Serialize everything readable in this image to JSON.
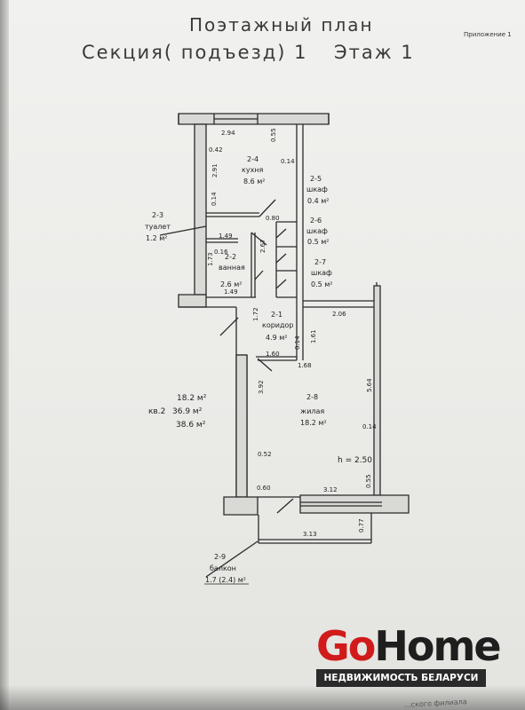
{
  "header": {
    "title": "Поэтажный план",
    "section": "Секция( подъезд) 1",
    "floor": "Этаж  1",
    "appendix": "Приложение  1"
  },
  "rooms": [
    {
      "id": "2-4",
      "name": "кухня",
      "area": "8.6 м²"
    },
    {
      "id": "2-5",
      "name": "шкаф",
      "area": "0.4 м²"
    },
    {
      "id": "2-6",
      "name": "шкаф",
      "area": "0.5 м²"
    },
    {
      "id": "2-7",
      "name": "шкаф",
      "area": "0.5 м²"
    },
    {
      "id": "2-3",
      "name": "туалет",
      "area": "1.2 м²"
    },
    {
      "id": "2-2",
      "name": "ванная",
      "area": "2.6 м²"
    },
    {
      "id": "2-1",
      "name": "коридор",
      "area": "4.9 м²"
    },
    {
      "id": "2-8",
      "name": "жилая",
      "area": "18.2 м²"
    },
    {
      "id": "2-9",
      "name": "балкон",
      "area": "1.7 (2.4) м²"
    }
  ],
  "apartment": {
    "number": "кв.2",
    "living_area": "18.2 м²",
    "total_area": "36.9 м²",
    "total_with_balcony": "38.6 м²"
  },
  "ceiling_height": "h = 2.50",
  "dimensions": [
    "2.94",
    "0.55",
    "0.42",
    "2.91",
    "0.14",
    "0.80",
    "0.14",
    "1.49",
    "2.67",
    "0.16",
    "1.73",
    "1.49",
    "1.72",
    "1.60",
    "0.14",
    "1.61",
    "1.68",
    "2.06",
    "3.92",
    "5.64",
    "0.14",
    "0.52",
    "0.60",
    "3.12",
    "0.55",
    "0.77",
    "3.13"
  ],
  "watermark": {
    "go": "Go",
    "home": "Home",
    "tagline": "НЕДВИЖИМОСТЬ БЕЛАРУСИ"
  },
  "footer_text": "...ского филиала"
}
